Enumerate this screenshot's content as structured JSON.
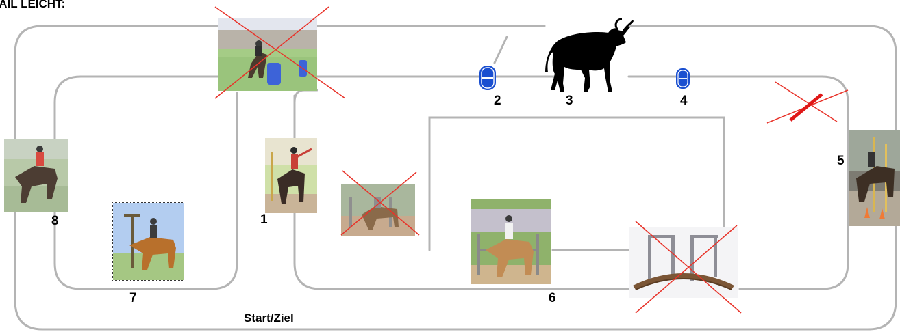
{
  "title": "RAIL LEICHT:",
  "start_label": "Start/Ziel",
  "stations": [
    {
      "number": "1",
      "name": "rider-with-flag-station"
    },
    {
      "number": "2",
      "name": "barrel-station"
    },
    {
      "number": "3",
      "name": "bull-station"
    },
    {
      "number": "4",
      "name": "barrel-station-2"
    },
    {
      "number": "5",
      "name": "slalom-poles-station"
    },
    {
      "number": "6",
      "name": "gate-station"
    },
    {
      "number": "7",
      "name": "gallows-post-station"
    },
    {
      "number": "8",
      "name": "rider-photo-station"
    }
  ],
  "colors": {
    "track": "#b4b4b4",
    "barrel": "#1a4fd0",
    "cross": "#e8332a",
    "pole": "#e01818"
  }
}
